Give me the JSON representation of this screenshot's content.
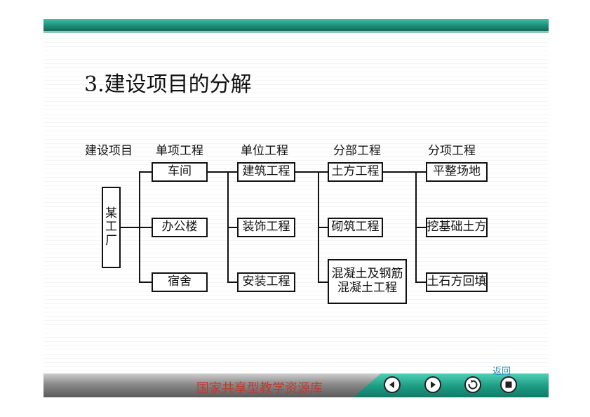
{
  "slide": {
    "title": "3.建设项目的分解"
  },
  "diagram": {
    "headers": {
      "project": "建设项目",
      "single": "单项工程",
      "unit": "单位工程",
      "division": "分部工程",
      "item": "分项工程"
    },
    "root": {
      "chars": [
        "某",
        "工",
        "厂"
      ]
    },
    "single_items": [
      "车间",
      "办公楼",
      "宿舍"
    ],
    "unit_items": [
      "建筑工程",
      "装饰工程",
      "安装工程"
    ],
    "division_items": [
      "土方工程",
      "砌筑工程",
      "混凝土及钢筋",
      "混凝土工程"
    ],
    "item_items": [
      "平整场地",
      "挖基础土方",
      "土石方回填"
    ]
  },
  "footer": {
    "brand": "国家共享型教学资源库",
    "return_label": "返回",
    "nav": [
      "prev-icon",
      "next-icon",
      "replay-icon",
      "stop-icon"
    ],
    "accent_color": "#1e9f86",
    "brand_color": "#c0392b"
  }
}
